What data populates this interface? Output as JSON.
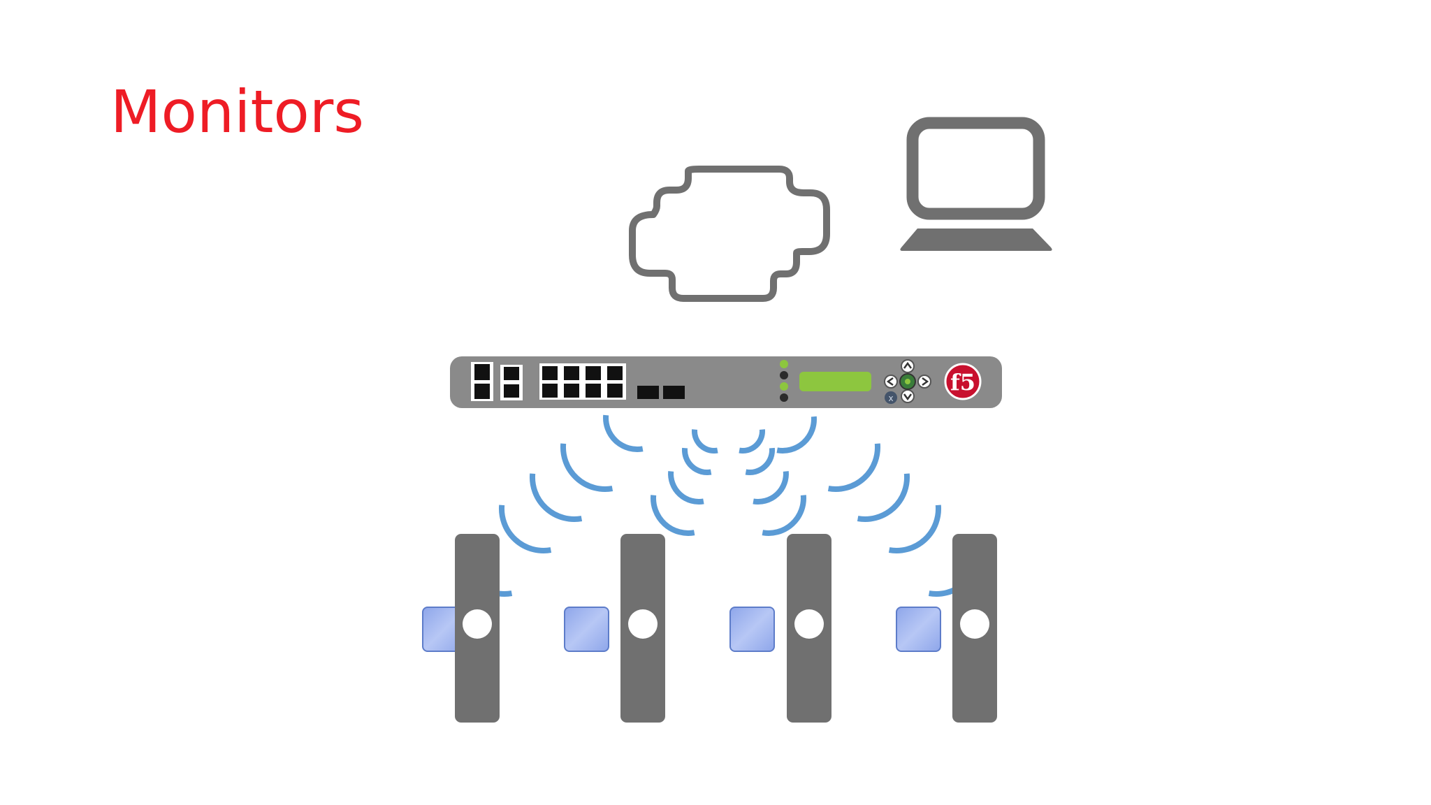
{
  "slide": {
    "title": "Monitors",
    "title_color": "#ee1c25"
  },
  "device": {
    "logo_text": "f5",
    "logo_color": "#c8102e",
    "lcd_color": "#8dc63f"
  },
  "icons": {
    "cloud": "cloud-icon",
    "client": "laptop-icon",
    "load_balancer": "f5-big-ip-appliance-icon",
    "server": "server-icon",
    "application": "application-block-icon",
    "signal": "signal-arc-icon"
  },
  "colors": {
    "icon_gray": "#707070",
    "signal_blue": "#5b9bd5",
    "app_block_fill": "#9db3ef",
    "app_block_border": "#5d7cc9"
  },
  "servers": [
    {
      "id": "server-1"
    },
    {
      "id": "server-2"
    },
    {
      "id": "server-3"
    },
    {
      "id": "server-4"
    }
  ]
}
